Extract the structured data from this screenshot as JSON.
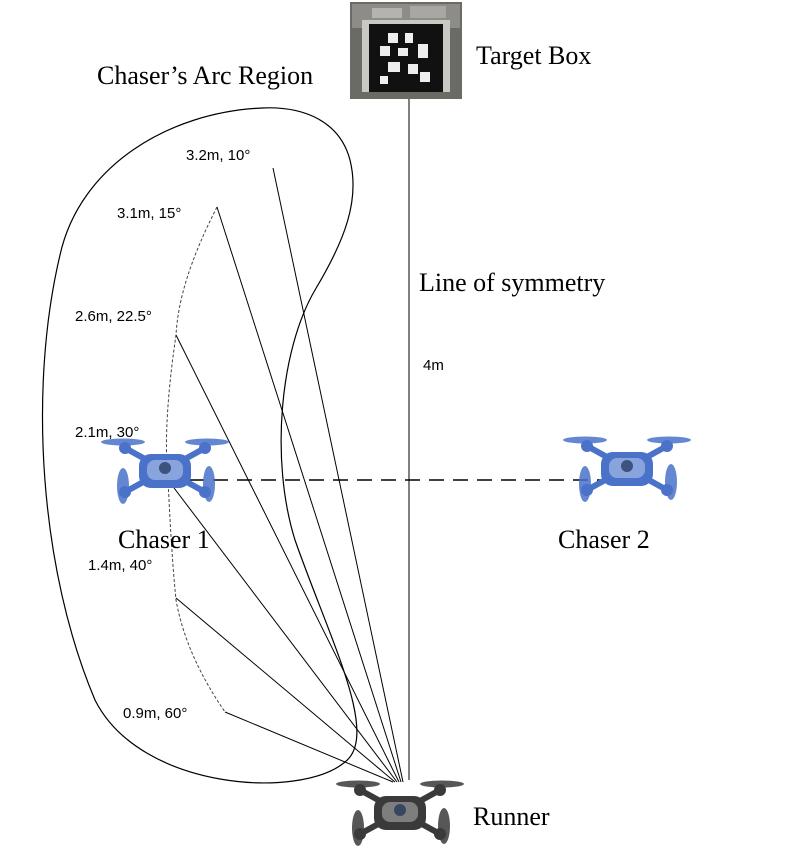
{
  "labels": {
    "target": "Target Box",
    "arc_region": "Chaser’s Arc Region",
    "symmetry": "Line of symmetry",
    "distance": "4m",
    "chaser1": "Chaser 1",
    "chaser2": "Chaser 2",
    "runner": "Runner"
  },
  "positions": [
    {
      "label": "3.2m, 10°"
    },
    {
      "label": "3.1m, 15°"
    },
    {
      "label": "2.6m, 22.5°"
    },
    {
      "label": "2.1m, 30°"
    },
    {
      "label": "1.4m, 40°"
    },
    {
      "label": "0.9m, 60°"
    }
  ],
  "colors": {
    "chaser": "#4a72c9",
    "chaser_dark": "#2d4f9c",
    "runner": "#3a3a3a",
    "line": "#000000"
  },
  "icons": {
    "target": "aruco-marker-box",
    "chaser": "quadcopter-drone",
    "runner": "quadcopter-drone"
  }
}
